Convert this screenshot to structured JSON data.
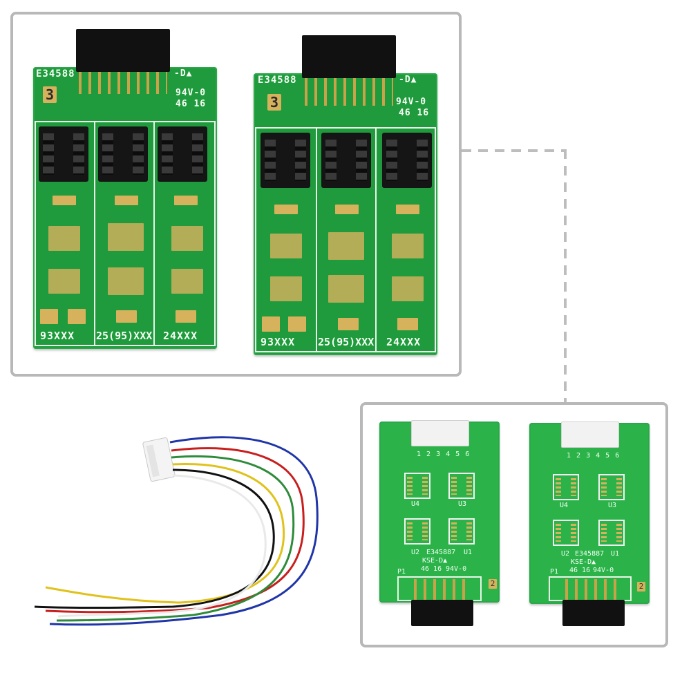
{
  "boards_top": {
    "left": {
      "code": "E34588",
      "suffix": "-D▲",
      "rating": "94V-0",
      "date": "46 16",
      "index": "3",
      "labels": [
        "93XXX",
        "25(95)XXX",
        "24XXX"
      ]
    },
    "right": {
      "code": "E34588",
      "suffix": "-D▲",
      "rating": "94V-0",
      "date": "46 16",
      "index": "3",
      "labels": [
        "93XXX",
        "25(95)XXX",
        "24XXX"
      ]
    }
  },
  "boards_bottom": {
    "left": {
      "pin_numbers": "1 2 3 4 5 6",
      "u4": "U4",
      "u3": "U3",
      "u2": "U2",
      "u1": "U1",
      "code": "E345887",
      "maker": "KSE-D▲",
      "date": "46 16",
      "rating": "94V-0",
      "p1": "P1",
      "index": "2"
    },
    "right": {
      "pin_numbers": "1 2 3 4 5 6",
      "u4": "U4",
      "u3": "U3",
      "u2": "U2",
      "u1": "U1",
      "code": "E345887",
      "maker": "KSE-D▲",
      "date": "46 16",
      "rating": "94V-0",
      "p1": "P1",
      "index": "2"
    }
  },
  "colors": {
    "pcb": "#1f9a3c",
    "pcb_light": "#2bb34a",
    "frame": "#b8b8b8",
    "wires": [
      "#1f35a8",
      "#c81e1e",
      "#2e8b3a",
      "#e0c21a",
      "#111111",
      "#ffffff"
    ]
  }
}
